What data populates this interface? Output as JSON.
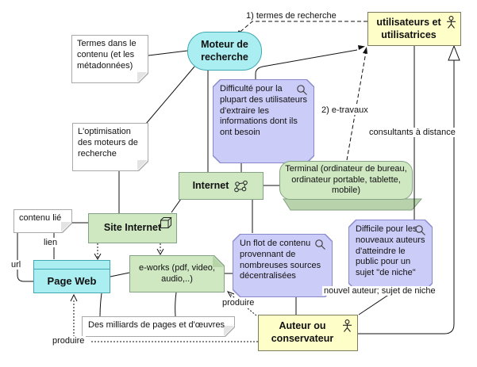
{
  "nodes": {
    "termes": {
      "text": "Termes dans le contenu (et les métadonnées)"
    },
    "moteur": {
      "text": "Moteur de recherche"
    },
    "utilisateurs": {
      "text": "utilisateurs et utilisatrices"
    },
    "difficulte": {
      "text": "Difficulté pour la plupart des utilisateurs d'extraire les informations dont ils ont besoin"
    },
    "optimisation": {
      "text": "L'optimisation des moteurs de recherche"
    },
    "internet": {
      "text": "Internet"
    },
    "terminal": {
      "text": "Terminal (ordinateur de bureau, ordinateur portable, tablette, mobile)"
    },
    "contenu_lie": {
      "text": "contenu lié"
    },
    "site_internet": {
      "text": "Site Internet"
    },
    "page_web": {
      "text": "Page Web"
    },
    "eworks": {
      "text": "e-works (pdf, video, audio,..)"
    },
    "flot": {
      "text": "Un flot de contenu provennant de nombreuses sources décentralisées"
    },
    "difficile": {
      "text": "Difficile pour les nouveaux auteurs d'atteindre le public pour un sujet \"de niche\""
    },
    "milliards": {
      "text": "Des milliards de pages et d'œuvres"
    },
    "auteur": {
      "text": "Auteur ou conservateur"
    }
  },
  "edge_labels": {
    "termes_recherche": "1) termes de recherche",
    "e_travaux": "2) e-travaux",
    "consultants": "consultants à distance",
    "lien": "lien",
    "url": "url",
    "produire_page": "produire",
    "produire_eworks": "produire",
    "nouvel_auteur": "nouvel auteur; sujet de niche"
  },
  "icons": {
    "utilisateurs": "actor-icon",
    "auteur": "actor-icon",
    "internet": "network-icon",
    "site_internet": "cube-icon",
    "difficulte": "magnifier-icon",
    "flot": "magnifier-icon",
    "difficile": "magnifier-icon"
  },
  "colors": {
    "green_fill": "#cfe8c2",
    "green_border": "#84a284",
    "cyan_fill": "#aaeef2",
    "cyan_border": "#3fa8b0",
    "yellow_fill": "#fefec9",
    "yellow_border": "#7c7c5c",
    "purple_fill": "#ccccf8",
    "purple_border": "#8888cc",
    "note_fill": "#ffffff",
    "note_border": "#a9a9a9",
    "line": "#111111"
  }
}
